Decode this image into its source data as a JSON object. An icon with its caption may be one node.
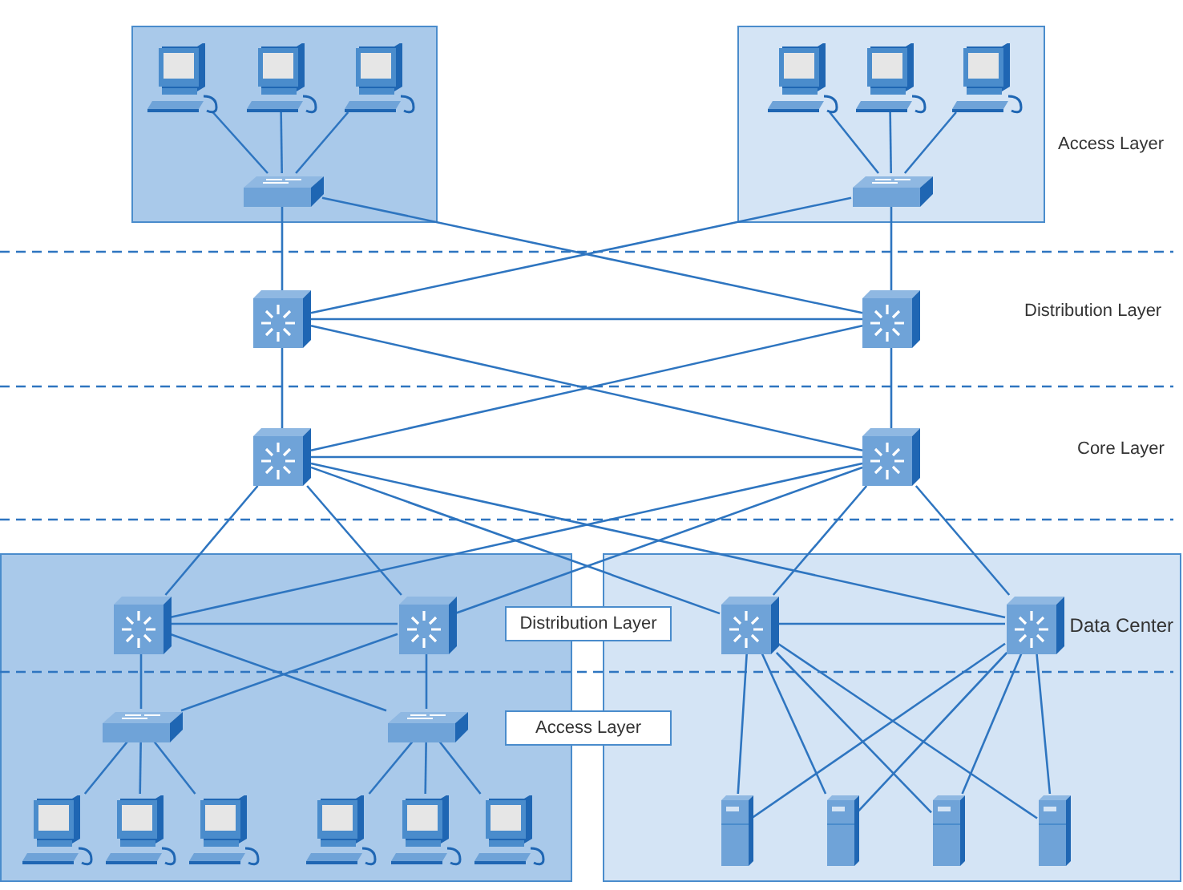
{
  "diagram": {
    "nodes": [
      {
        "text": [],
        "shape": "box"
      },
      {
        "text": [],
        "shape": "computer",
        "in": 0
      },
      {
        "text": [],
        "shape": "computer",
        "in": 0
      },
      {
        "text": [],
        "shape": "computer",
        "in": 0
      },
      {
        "text": [],
        "shape": "switch",
        "in": 0
      },
      {
        "text": [],
        "shape": "box"
      },
      {
        "text": [],
        "shape": "computer",
        "in": 5
      },
      {
        "text": [],
        "shape": "computer",
        "in": 5
      },
      {
        "text": [],
        "shape": "computer",
        "in": 5
      },
      {
        "text": [],
        "shape": "switch",
        "in": 5
      },
      {
        "text": [],
        "shape": "router"
      },
      {
        "text": [],
        "shape": "router"
      },
      {
        "text": [],
        "shape": "router"
      },
      {
        "text": [],
        "shape": "router"
      },
      {
        "text": [],
        "shape": "box"
      },
      {
        "text": [],
        "shape": "router",
        "in": 14
      },
      {
        "text": [],
        "shape": "router",
        "in": 14
      },
      {
        "text": [],
        "shape": "switch",
        "in": 14
      },
      {
        "text": [],
        "shape": "switch",
        "in": 14
      },
      {
        "text": [],
        "shape": "computer",
        "in": 14
      },
      {
        "text": [],
        "shape": "computer",
        "in": 14
      },
      {
        "text": [],
        "shape": "computer",
        "in": 14
      },
      {
        "text": [],
        "shape": "computer",
        "in": 14
      },
      {
        "text": [],
        "shape": "computer",
        "in": 14
      },
      {
        "text": [],
        "shape": "computer",
        "in": 14
      },
      {
        "text": [
          "Data Center"
        ]
      },
      {
        "text": [],
        "shape": "router",
        "in": 25
      },
      {
        "text": [],
        "shape": "router",
        "in": 25
      },
      {
        "text": [],
        "shape": "server",
        "in": 25
      },
      {
        "text": [],
        "shape": "server",
        "in": 25
      },
      {
        "text": [],
        "shape": "server",
        "in": 25
      },
      {
        "text": [],
        "shape": "server",
        "in": 25
      },
      {
        "text": [
          "Distribution Layer"
        ]
      },
      {
        "text": [
          "Access Layer"
        ]
      }
    ],
    "edges": [
      {
        "from": 1,
        "to": 4,
        "arrow": "none"
      },
      {
        "from": 2,
        "to": 4,
        "arrow": "none"
      },
      {
        "from": 3,
        "to": 4,
        "arrow": "none"
      },
      {
        "from": 6,
        "to": 9,
        "arrow": "none"
      },
      {
        "from": 7,
        "to": 9,
        "arrow": "none"
      },
      {
        "from": 8,
        "to": 9,
        "arrow": "none"
      },
      {
        "from": 4,
        "to": 10,
        "arrow": "none"
      },
      {
        "from": 4,
        "to": 11,
        "arrow": "none"
      },
      {
        "from": 9,
        "to": 10,
        "arrow": "none"
      },
      {
        "from": 9,
        "to": 11,
        "arrow": "none"
      },
      {
        "from": 10,
        "to": 11,
        "arrow": "none"
      },
      {
        "from": 10,
        "to": 12,
        "arrow": "none"
      },
      {
        "from": 10,
        "to": 13,
        "arrow": "none"
      },
      {
        "from": 11,
        "to": 12,
        "arrow": "none"
      },
      {
        "from": 11,
        "to": 13,
        "arrow": "none"
      },
      {
        "from": 12,
        "to": 13,
        "arrow": "none"
      },
      {
        "from": 12,
        "to": 15,
        "arrow": "none"
      },
      {
        "from": 12,
        "to": 16,
        "arrow": "none"
      },
      {
        "from": 12,
        "to": 26,
        "arrow": "none"
      },
      {
        "from": 12,
        "to": 27,
        "arrow": "none"
      },
      {
        "from": 13,
        "to": 15,
        "arrow": "none"
      },
      {
        "from": 13,
        "to": 16,
        "arrow": "none"
      },
      {
        "from": 13,
        "to": 26,
        "arrow": "none"
      },
      {
        "from": 13,
        "to": 27,
        "arrow": "none"
      },
      {
        "from": 15,
        "to": 16,
        "arrow": "none"
      },
      {
        "from": 15,
        "to": 17,
        "arrow": "none"
      },
      {
        "from": 15,
        "to": 18,
        "arrow": "none"
      },
      {
        "from": 16,
        "to": 17,
        "arrow": "none"
      },
      {
        "from": 16,
        "to": 18,
        "arrow": "none"
      },
      {
        "from": 17,
        "to": 19,
        "arrow": "none"
      },
      {
        "from": 17,
        "to": 20,
        "arrow": "none"
      },
      {
        "from": 17,
        "to": 21,
        "arrow": "none"
      },
      {
        "from": 18,
        "to": 22,
        "arrow": "none"
      },
      {
        "from": 18,
        "to": 23,
        "arrow": "none"
      },
      {
        "from": 18,
        "to": 24,
        "arrow": "none"
      },
      {
        "from": 26,
        "to": 27,
        "arrow": "none"
      },
      {
        "from": 26,
        "to": 28,
        "arrow": "none"
      },
      {
        "from": 26,
        "to": 29,
        "arrow": "none"
      },
      {
        "from": 26,
        "to": 30,
        "arrow": "none"
      },
      {
        "from": 26,
        "to": 31,
        "arrow": "none"
      },
      {
        "from": 27,
        "to": 28,
        "arrow": "none"
      },
      {
        "from": 27,
        "to": 29,
        "arrow": "none"
      },
      {
        "from": 27,
        "to": 30,
        "arrow": "none"
      },
      {
        "from": 27,
        "to": 31,
        "arrow": "none"
      }
    ],
    "labels": [
      "Access Layer",
      "Distribution Layer",
      "Core Layer"
    ]
  }
}
